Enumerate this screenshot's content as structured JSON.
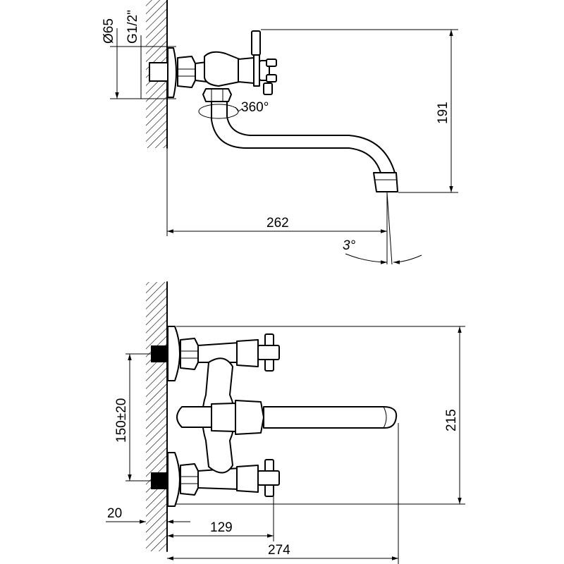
{
  "side_view": {
    "flange_diameter": "Ø65",
    "thread": "G1/2\"",
    "rotation": "360°",
    "height": "191",
    "reach": "262",
    "tilt_angle": "3°"
  },
  "front_view": {
    "center_distance": "150±20",
    "height": "215",
    "wall_offset": "20",
    "handle_offset": "129",
    "total_length": "274"
  }
}
